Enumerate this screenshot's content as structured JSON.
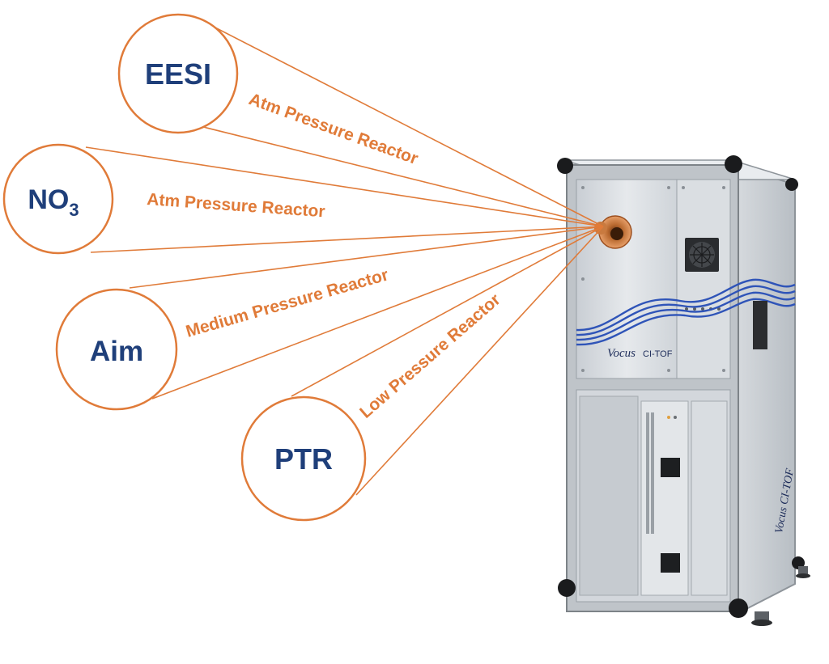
{
  "colors": {
    "accent": "#e07b39",
    "label_text": "#1f3f7a",
    "cable": "#2f54b8",
    "cabinet": "#d9dde2"
  },
  "ion_sources": [
    {
      "name": "EESI",
      "name_suffix": "",
      "reactor": "Atm Pressure Reactor"
    },
    {
      "name": "NO",
      "name_suffix": "3",
      "reactor": "Atm Pressure Reactor"
    },
    {
      "name": "Aim",
      "name_suffix": "",
      "reactor": "Medium Pressure Reactor"
    },
    {
      "name": "PTR",
      "name_suffix": "",
      "reactor": "Low Pressure Reactor"
    }
  ],
  "instrument": {
    "brand": "Vocus",
    "model": "CI-TOF",
    "side_brand": "Vocus CI-TOF",
    "icons": [
      "fan-icon",
      "inlet-icon"
    ]
  }
}
